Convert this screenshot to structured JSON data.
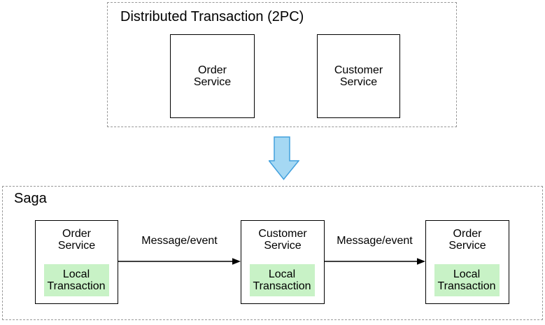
{
  "colors": {
    "background": "#ffffff",
    "text": "#000000",
    "dashed_border": "#999999",
    "solid_border": "#000000",
    "green_fill": "#c8f2c6",
    "arrow_fill": "#a5d8f3",
    "arrow_stroke": "#42a0dd"
  },
  "icons": {
    "transition_arrow": "down-arrow"
  },
  "two_pc": {
    "title": "Distributed Transaction (2PC)",
    "services": [
      {
        "label": "Order Service"
      },
      {
        "label": "Customer Service"
      }
    ]
  },
  "saga": {
    "title": "Saga",
    "steps": [
      {
        "service": "Order Service",
        "local_transaction": "Local Transaction"
      },
      {
        "service": "Customer Service",
        "local_transaction": "Local Transaction"
      },
      {
        "service": "Order Service",
        "local_transaction": "Local Transaction"
      }
    ],
    "messages": [
      {
        "label": "Message/event"
      },
      {
        "label": "Message/event"
      }
    ]
  }
}
